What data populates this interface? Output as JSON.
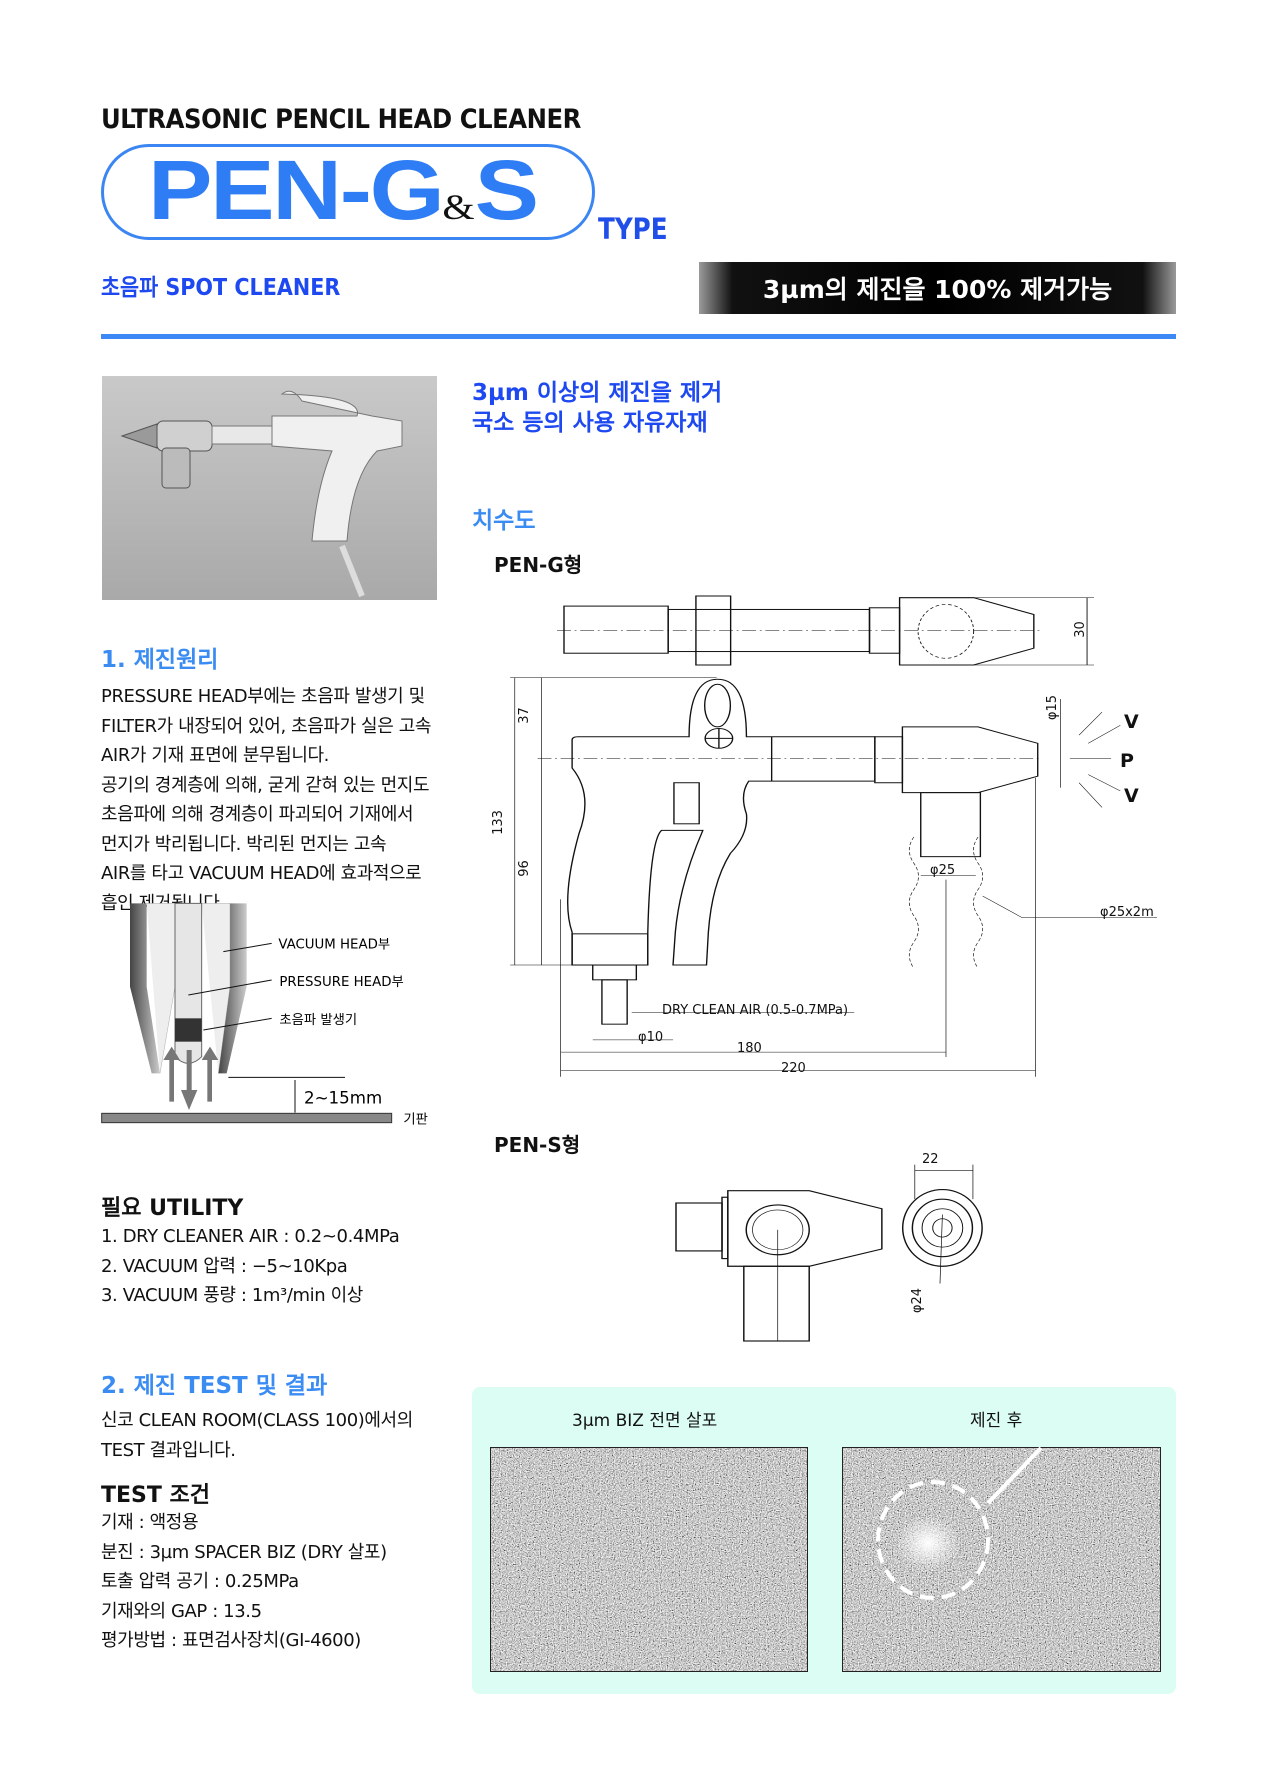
{
  "header": {
    "product_line": "ULTRASONIC PENCIL HEAD CLEANER",
    "logo_main": "PEN-G",
    "logo_amp": "&",
    "logo_s": "S",
    "type_label": "TYPE",
    "subtitle": "초음파 SPOT CLEANER",
    "banner": "3µm의 제진을 100% 제거가능"
  },
  "colors": {
    "accent": "#3c88f5",
    "heading_blue": "#1e49f0",
    "panel_bg": "#dcfdf3"
  },
  "features": {
    "line1": "3µm 이상의 제진을 제거",
    "line2": "국소 등의 사용 자유자재"
  },
  "dimensions": {
    "title": "치수도",
    "pen_g": {
      "title": "PEN-G형",
      "labels": {
        "d30": "30",
        "d37": "37",
        "d133": "133",
        "d96": "96",
        "phi15": "φ15",
        "v_top": "V",
        "p": "P",
        "v_bottom": "V",
        "phi25": "φ25",
        "hose": "φ25x2m",
        "air": "DRY CLEAN AIR (0.5-0.7MPa)",
        "phi10": "φ10",
        "d180": "180",
        "d220": "220"
      }
    },
    "pen_s": {
      "title": "PEN-S형",
      "labels": {
        "d22": "22",
        "phi24": "φ24"
      }
    }
  },
  "principle": {
    "title": "1. 제진원리",
    "lines": [
      "PRESSURE HEAD부에는 초음파 발생기 및",
      "FILTER가 내장되어 있어, 초음파가 실은 고속",
      "AIR가 기재 표면에 분무됩니다.",
      "공기의 경계층에 의해, 굳게 갇혀 있는 먼지도",
      "초음파에 의해 경계층이 파괴되어 기재에서",
      "먼지가 박리됩니다. 박리된 먼지는 고속",
      "AIR를 타고 VACUUM HEAD에 효과적으로",
      "흡인 제거됩니다."
    ],
    "diagram": {
      "vacuum": "VACUUM HEAD부",
      "pressure": "PRESSURE HEAD부",
      "generator": "초음파 발생기",
      "gap": "2~15mm",
      "substrate": "기판"
    }
  },
  "utility": {
    "title": "필요 UTILITY",
    "items": [
      "1. DRY CLEANER AIR : 0.2~0.4MPa",
      "2. VACUUM 압력 : −5~10Kpa",
      "3. VACUUM 풍량 : 1m³/min 이상"
    ]
  },
  "test": {
    "title": "2. 제진 TEST 및 결과",
    "intro": [
      "신코 CLEAN ROOM(CLASS 100)에서의",
      "TEST 결과입니다."
    ],
    "conditions_title": "TEST 조건",
    "conditions": [
      "기재 : 액정용",
      "분진 : 3µm SPACER BIZ (DRY 살포)",
      "토출 압력 공기 : 0.25MPa",
      "기재와의 GAP : 13.5",
      "평가방법 : 표면검사장치(GI-4600)"
    ],
    "results": {
      "before_caption": "3µm BIZ 전면 살포",
      "after_caption": "제진 후"
    }
  }
}
